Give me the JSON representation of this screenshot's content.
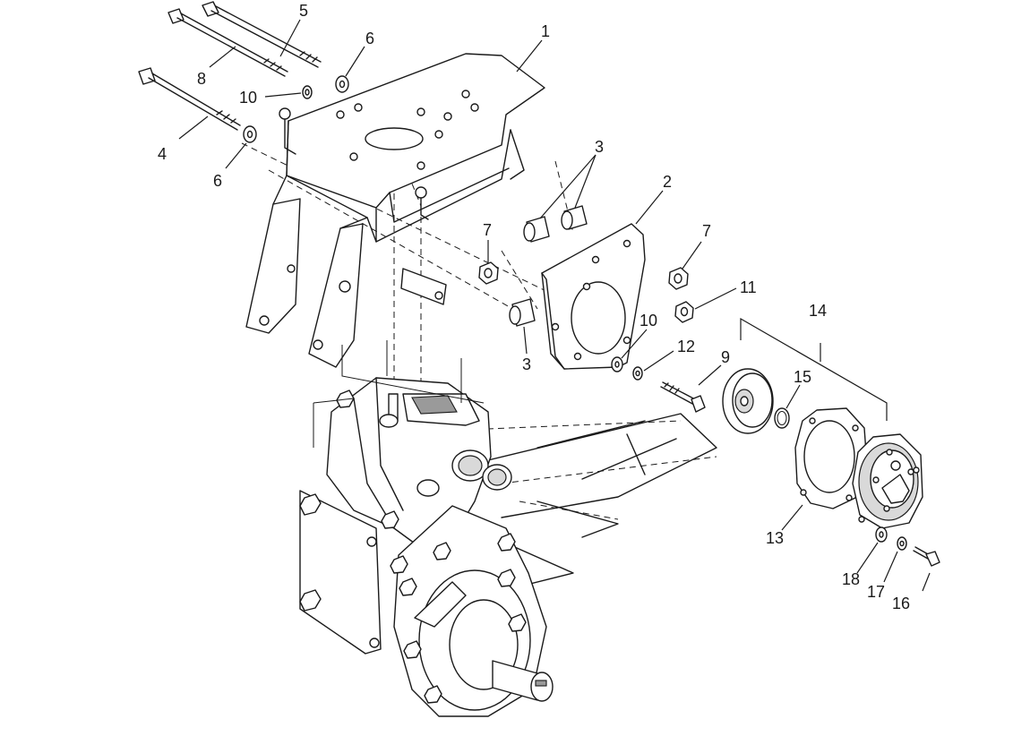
{
  "callouts": {
    "c1": "1",
    "c2": "2",
    "c3a": "3",
    "c3b": "3",
    "c4": "4",
    "c5": "5",
    "c6a": "6",
    "c6b": "6",
    "c7a": "7",
    "c7b": "7",
    "c8": "8",
    "c9": "9",
    "c10a": "10",
    "c10b": "10",
    "c11": "11",
    "c12": "12",
    "c13": "13",
    "c14": "14",
    "c15": "15",
    "c16": "16",
    "c17": "17",
    "c18": "18"
  }
}
